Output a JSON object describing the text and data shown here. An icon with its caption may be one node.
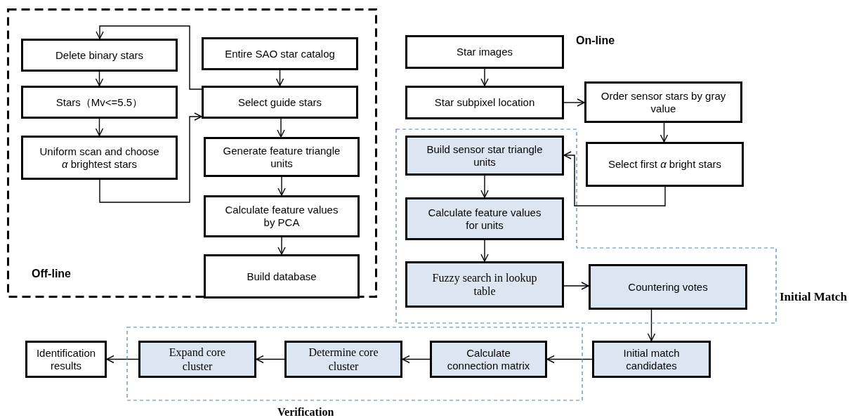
{
  "diagram": {
    "nodes": [
      {
        "text": [
          "Off-line"
        ]
      },
      {
        "text": [
          "Delete binary stars"
        ],
        "in": 0
      },
      {
        "text": [
          "Stars（Mv<=5.5）"
        ],
        "in": 0
      },
      {
        "text": [
          "Uniform scan and choose *α* brightest stars"
        ],
        "in": 0
      },
      {
        "text": [
          "Entire SAO star catalog"
        ],
        "in": 0
      },
      {
        "text": [
          "Select guide stars"
        ],
        "in": 0
      },
      {
        "text": [
          "Generate feature triangle units"
        ],
        "in": 0
      },
      {
        "text": [
          "Calculate feature values by PCA"
        ],
        "in": 0
      },
      {
        "text": [
          "Build database"
        ],
        "in": 0
      },
      {
        "text": [
          "Star images"
        ]
      },
      {
        "text": [
          "Star subpixel location"
        ]
      },
      {
        "text": [
          "Order sensor stars by gray value"
        ]
      },
      {
        "text": [
          "Initial Match"
        ]
      },
      {
        "text": [
          "Build sensor star triangle units"
        ],
        "in": 12
      },
      {
        "text": [
          "Calculate feature values for units"
        ],
        "in": 12
      },
      {
        "text": [
          "Fuzzy search in lookup table"
        ],
        "in": 12
      },
      {
        "text": [
          "Countering votes"
        ],
        "in": 12
      },
      {
        "text": [
          "Select first *α* bright stars"
        ]
      },
      {
        "text": [
          "Verification"
        ]
      },
      {
        "text": [
          "Identification results"
        ]
      },
      {
        "text": [
          "Expand core cluster"
        ],
        "in": 18
      },
      {
        "text": [
          "Determine core cluster"
        ],
        "in": 18
      },
      {
        "text": [
          "Calculate connection matrix"
        ],
        "in": 18
      },
      {
        "text": [
          "Initial match candidates"
        ]
      }
    ],
    "edges": [
      {
        "from": 5,
        "to": 1,
        "arrow": "to"
      },
      {
        "from": 1,
        "to": 2,
        "arrow": "to"
      },
      {
        "from": 2,
        "to": 3,
        "arrow": "to"
      },
      {
        "from": 3,
        "to": 5,
        "arrow": "to"
      },
      {
        "from": 4,
        "to": 5,
        "arrow": "to"
      },
      {
        "from": 5,
        "to": 6,
        "arrow": "to"
      },
      {
        "from": 6,
        "to": 7,
        "arrow": "to"
      },
      {
        "from": 7,
        "to": 8,
        "arrow": "to"
      },
      {
        "from": 9,
        "to": 10,
        "arrow": "to"
      },
      {
        "from": 10,
        "to": 11,
        "arrow": "to"
      },
      {
        "from": 11,
        "to": 17,
        "arrow": "to"
      },
      {
        "from": 17,
        "to": 13,
        "arrow": "to"
      },
      {
        "from": 13,
        "to": 14,
        "arrow": "to"
      },
      {
        "from": 14,
        "to": 15,
        "arrow": "to"
      },
      {
        "from": 15,
        "to": 16,
        "arrow": "to"
      },
      {
        "from": 16,
        "to": 23,
        "arrow": "to"
      },
      {
        "from": 23,
        "to": 22,
        "arrow": "to"
      },
      {
        "from": 22,
        "to": 21,
        "arrow": "to"
      },
      {
        "from": 21,
        "to": 20,
        "arrow": "to"
      },
      {
        "from": 20,
        "to": 19,
        "arrow": "to"
      }
    ],
    "labels": [
      "On-line"
    ]
  }
}
